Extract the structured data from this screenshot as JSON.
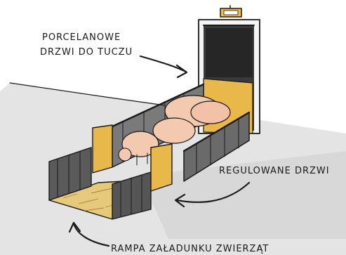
{
  "labels": {
    "door_line1": "PORCELANOWE",
    "door_line2": "DRZWI DO TUCZU",
    "adjustable_door": "REGULOWANE DRZWI",
    "ramp": "RAMPA ZAŁADUNKU ZWIERZĄT"
  },
  "colors": {
    "floor": "#e2e2e2",
    "wall_gray": "#6f6f6f",
    "door_panel_yellow": "#e8b84a",
    "pig_pink": "#f3c9b0",
    "straw": "#e6c97a",
    "dark": "#2b2b2b"
  },
  "icons": {
    "door_sign": "exit-sign-icon",
    "pointer_arrow": "curved-arrow-icon"
  }
}
